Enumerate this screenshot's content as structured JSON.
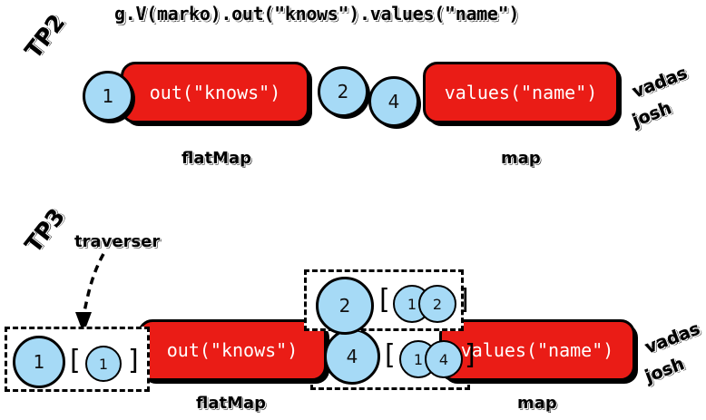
{
  "title": "g.V(marko).out(\"knows\").values(\"name\")",
  "colors": {
    "step_red": "#ea1c16",
    "circle_blue": "#a6daf6",
    "outline": "#000000",
    "background": "#ffffff"
  },
  "rows": {
    "tp2": {
      "label": "TP2",
      "steps": [
        {
          "name": "out-knows-step",
          "text": "out(\"knows\")",
          "caption": "flatMap"
        },
        {
          "name": "values-name-step",
          "text": "values(\"name\")",
          "caption": "map"
        }
      ],
      "circles": [
        {
          "name": "vertex-1",
          "text": "1"
        },
        {
          "name": "vertex-2",
          "text": "2"
        },
        {
          "name": "vertex-4",
          "text": "4"
        }
      ],
      "outputs": [
        "vadas",
        "josh"
      ]
    },
    "tp3": {
      "label": "TP3",
      "annotation": "traverser",
      "steps": [
        {
          "name": "out-knows-step",
          "text": "out(\"knows\")",
          "caption": "flatMap"
        },
        {
          "name": "values-name-step",
          "text": "values(\"name\")",
          "caption": "map"
        }
      ],
      "traversers": [
        {
          "name": "traverser-start",
          "object": "1",
          "path": [
            "1"
          ]
        },
        {
          "name": "traverser-upper",
          "object": "2",
          "path": [
            "1",
            "2"
          ]
        },
        {
          "name": "traverser-lower",
          "object": "4",
          "path": [
            "1",
            "4"
          ]
        }
      ],
      "bracket_open": "[",
      "bracket_close": "]",
      "outputs": [
        "vadas",
        "josh"
      ]
    }
  }
}
